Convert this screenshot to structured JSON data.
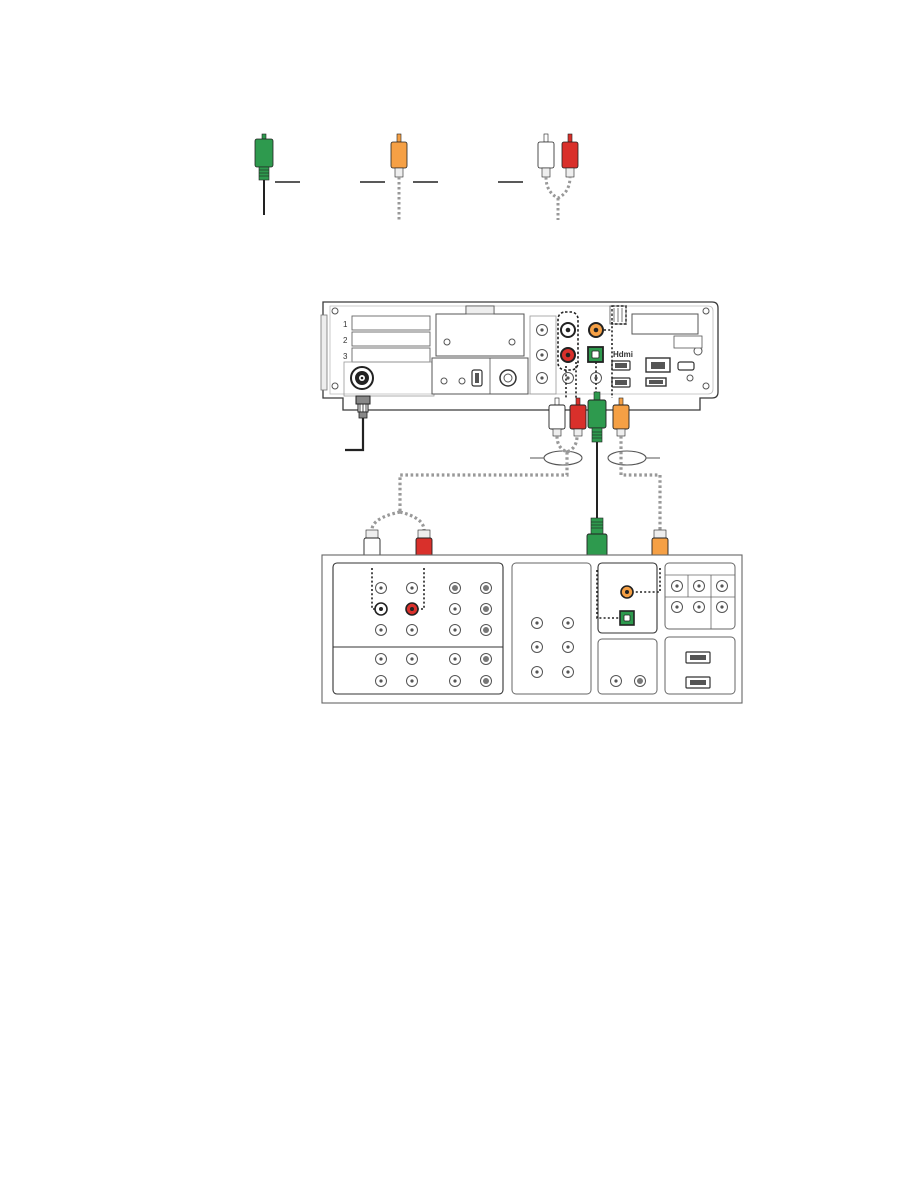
{
  "legend": {
    "optical_cable": {
      "icon": "optical-plug-icon",
      "color": "#2e9a4e"
    },
    "coax_digital_cable": {
      "icon": "coax-plug-icon",
      "color": "#f5a045"
    },
    "analog_audio_cable": {
      "icon": "white-red-rca-plug-icon",
      "colors": [
        "#ffffff",
        "#d9302b"
      ]
    }
  },
  "box": {
    "slot_numbers": [
      "1",
      "2",
      "3"
    ],
    "hdmi_logo": "Hdmi"
  },
  "colors": {
    "green": "#2e9a4e",
    "orange": "#f5a045",
    "red": "#d9302b",
    "outline": "#3a3a3a",
    "dotted": "#999999"
  }
}
